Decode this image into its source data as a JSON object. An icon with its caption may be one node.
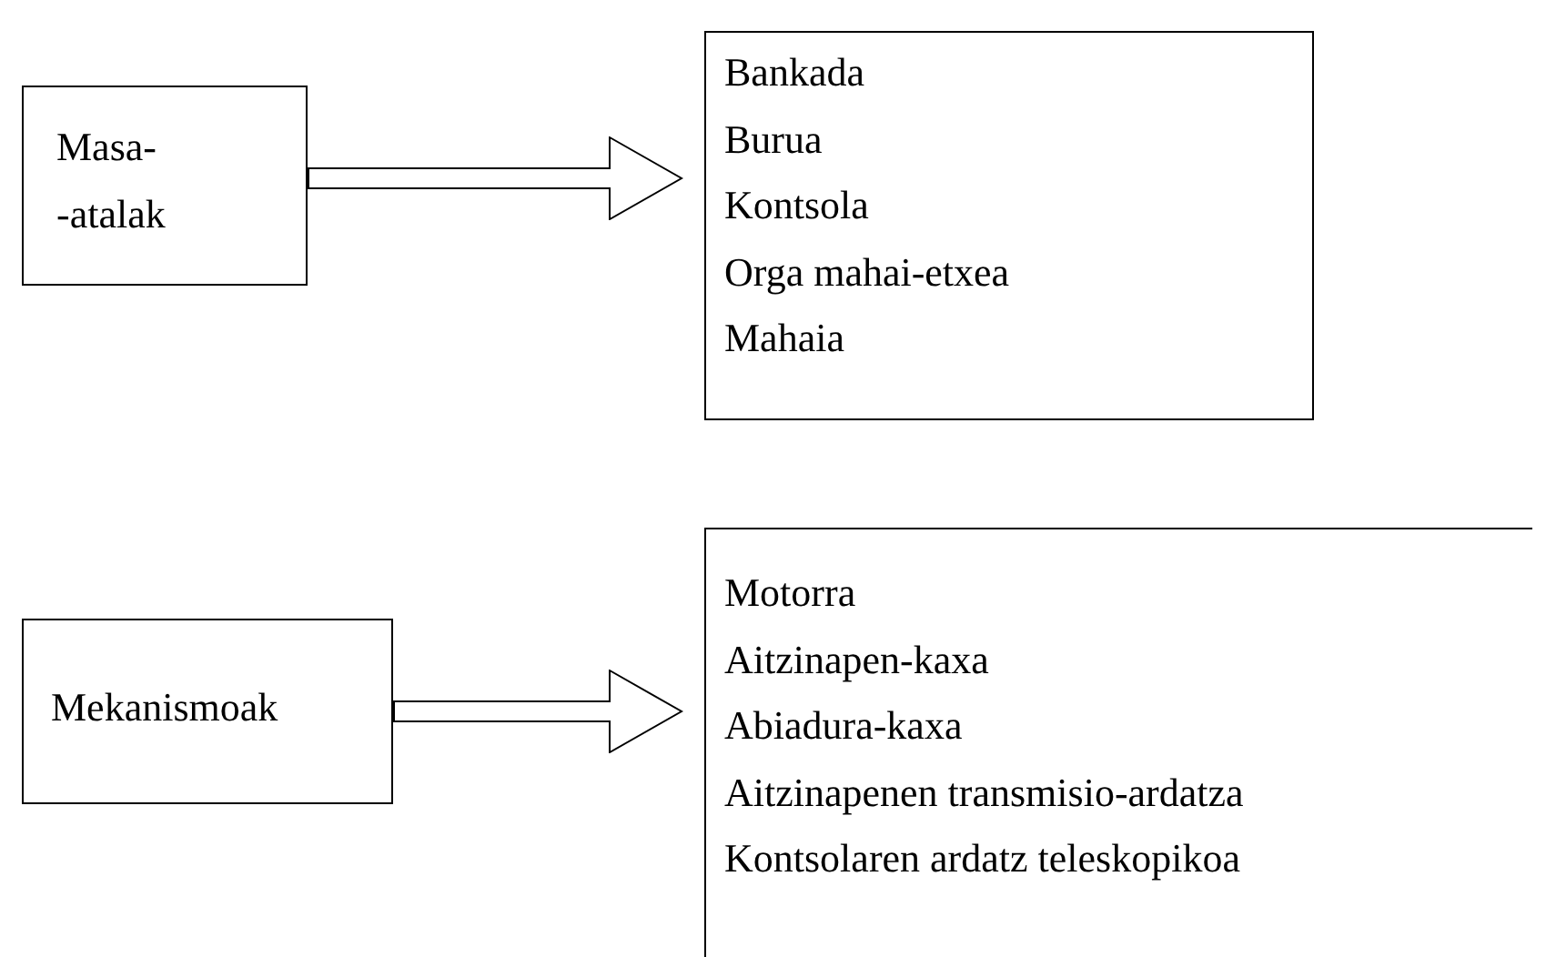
{
  "diagram": {
    "nodes": [
      {
        "text": [
          "Masa- -atalak"
        ]
      },
      {
        "text": [
          "Bankada",
          "Burua",
          "Kontsola",
          "Orga mahai-etxea",
          "Mahaia"
        ]
      },
      {
        "text": [
          "Mekanismoak"
        ]
      },
      {
        "text": [
          "Motorra",
          "Aitzinapen-kaxa",
          "Abiadura-kaxa",
          "Aitzinapenen transmisio-ardatza",
          "Kontsolaren ardatz teleskopikoa"
        ]
      }
    ],
    "edges": [
      {
        "from": 0,
        "to": 1,
        "arrow": "to"
      },
      {
        "from": 2,
        "to": 3,
        "arrow": "to"
      }
    ]
  }
}
